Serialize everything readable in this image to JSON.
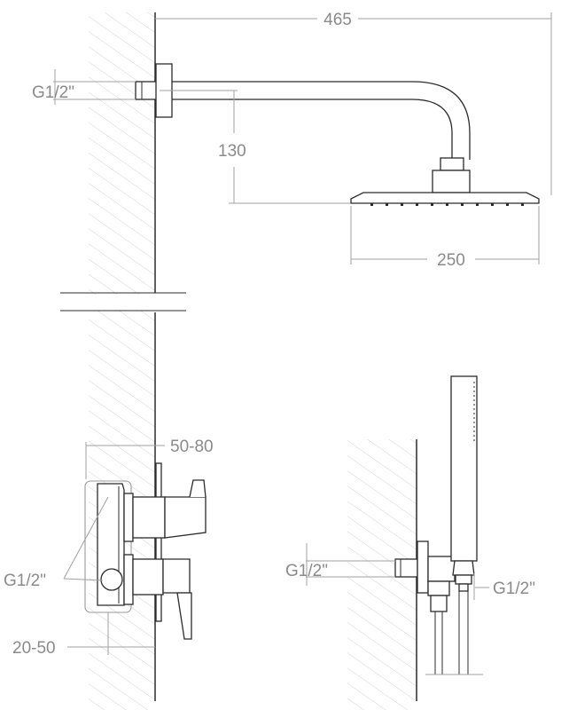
{
  "dimensions": {
    "overall_width": "465",
    "head_drop": "130",
    "head_diameter": "250",
    "wall_connection_top": "G1/2\"",
    "mixer_projection": "50-80",
    "mixer_connections": "G1/2\"",
    "mixer_depth": "20-50",
    "handshower_inlet": "G1/2\"",
    "handshower_outlet": "G1/2\""
  },
  "colors": {
    "line": "#2b2b2b",
    "dimension": "#a0a0a0",
    "text": "#8a8a8a",
    "hatch": "#d4d4d4"
  }
}
